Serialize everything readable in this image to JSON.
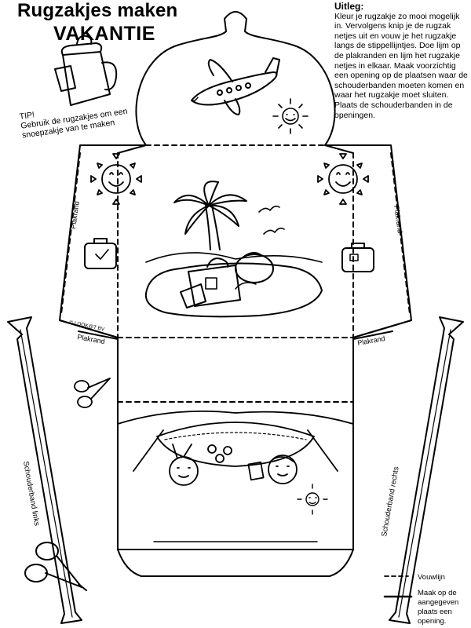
{
  "title": {
    "line1": "Rugzakjes maken",
    "line2": "VAKANTIE"
  },
  "instructions": {
    "heading": "Uitleg:",
    "body": "Kleur je rugzakje zo mooi mogelijk in. Vervolgens knip je de rugzak netjes uit en vouw je het rugzakje langs de stippellijntjes. Doe lijm op de plakranden en lijm het rugzakje netjes in elkaar. Maak voorzichtig een opening op de plaatsen waar de schouderbanden moeten komen en waar het rugzakje moet sluiten.  Plaats de schouderbanden in de openingen."
  },
  "tip": {
    "heading": "TIP!",
    "body": "Gebruik de rugzakjes om een snoepzakje van te maken"
  },
  "labels": {
    "plakrand": "Plakrand",
    "copyright": "© LOOK@T BV",
    "strap_left": "Schouderband links",
    "strap_right": "Schouderband rechts"
  },
  "legend": {
    "fold": "Vouwlijn",
    "cut_line1": "Maak op de",
    "cut_line2": "aangegeven",
    "cut_line3": "plaats een",
    "cut_line4": "opening."
  },
  "icons": [
    "backpack-icon",
    "airplane-icon",
    "sun-icon",
    "island-icon",
    "suitcase-icon",
    "scissors-icon",
    "hammock-kids-icon",
    "bird-icon"
  ]
}
